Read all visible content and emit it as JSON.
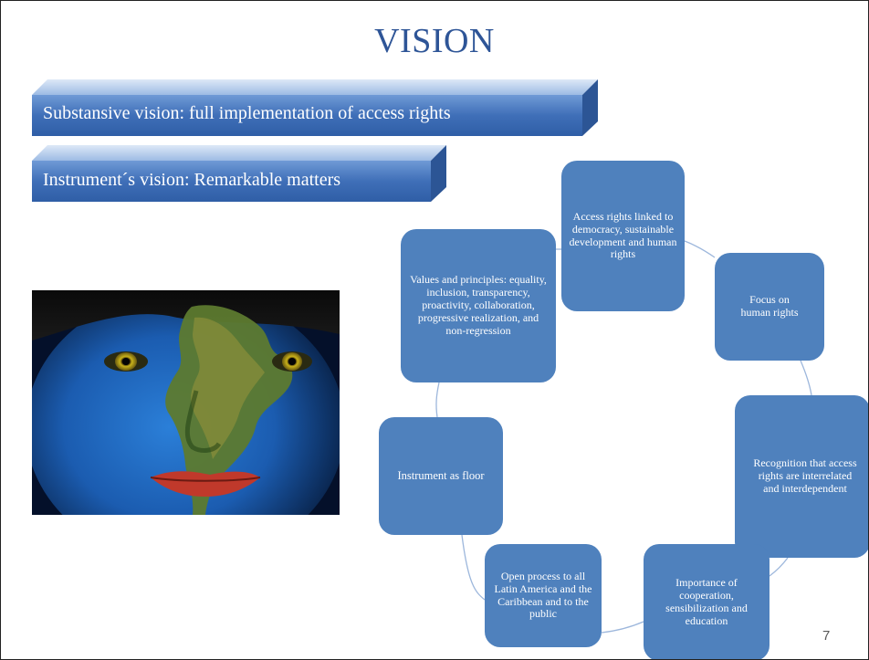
{
  "slide": {
    "title": "VISION",
    "page_number": "7"
  },
  "banners": {
    "substantive": "Substansive vision: full implementation of access rights",
    "instrument": "Instrument´s vision: Remarkable matters"
  },
  "photo": {
    "description_icon": "face-painted-with-map-of-latin-america"
  },
  "cycle": {
    "nodes": [
      "Access rights linked to democracy, sustainable development and human rights",
      "Focus on human rights",
      "Recognition that access rights are interrelated and interdependent",
      "Importance of cooperation, sensibilization and education",
      "Open process to all Latin America and the Caribbean and to the public",
      "Instrument as floor",
      "Values and principles: equality, inclusion, transparency, proactivity, collaboration, progressive realization, and non-regression"
    ]
  },
  "colors": {
    "title": "#2e5597",
    "node_fill": "#4f81bd",
    "banner_top": "#b9d0ee",
    "banner_front": "#4a7cc4",
    "connector": "#9db7dc"
  }
}
